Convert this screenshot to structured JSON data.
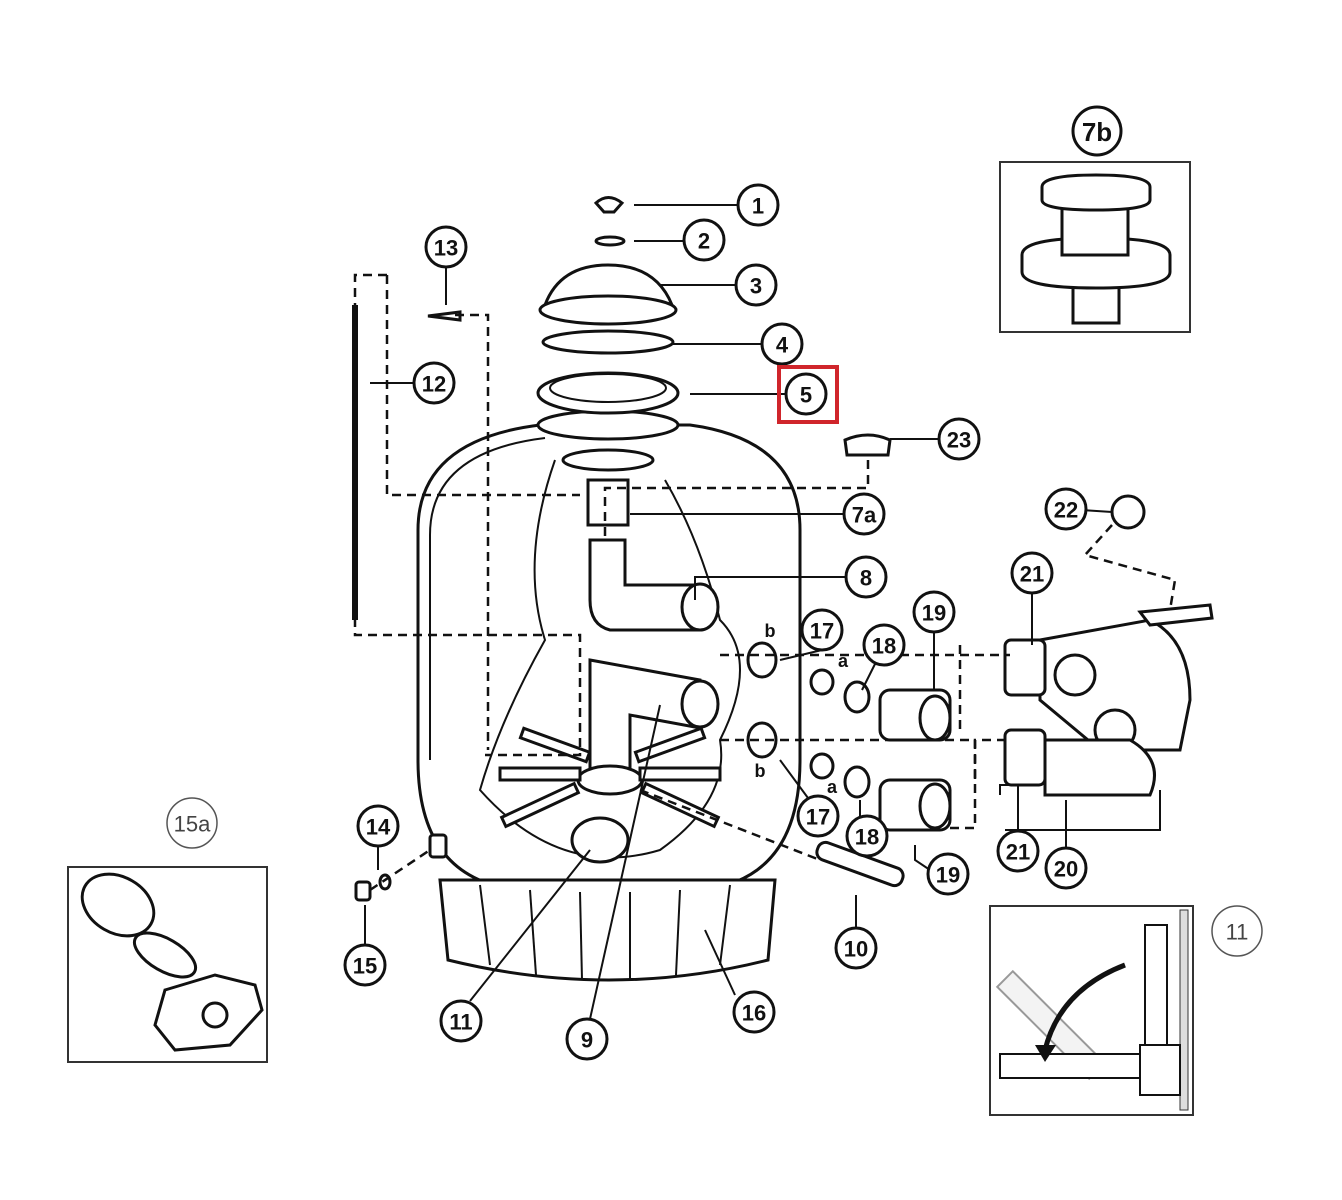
{
  "title": "Sand filter exploded parts diagram",
  "highlight_color": "#d0252b",
  "callouts": {
    "p1": "1",
    "p2": "2",
    "p3": "3",
    "p4": "4",
    "p5": "5",
    "p23": "23",
    "p7a": "7a",
    "p8": "8",
    "p17_top": "17",
    "p18_top": "18",
    "p19_top": "19",
    "p21_top": "21",
    "p22": "22",
    "p13": "13",
    "p12": "12",
    "p14": "14",
    "p15": "15",
    "p11": "11",
    "p9": "9",
    "p16": "16",
    "p10": "10",
    "p17_bottom": "17",
    "p18_bottom": "18",
    "p19_bottom": "19",
    "p21_bottom": "21",
    "p20": "20"
  },
  "sub_labels": {
    "b_top": "b",
    "a_top": "a",
    "b_bottom": "b",
    "a_bottom": "a"
  },
  "insets": {
    "i7b": "7b",
    "i15a": "15a",
    "i11": "11"
  },
  "highlighted_part": "5"
}
